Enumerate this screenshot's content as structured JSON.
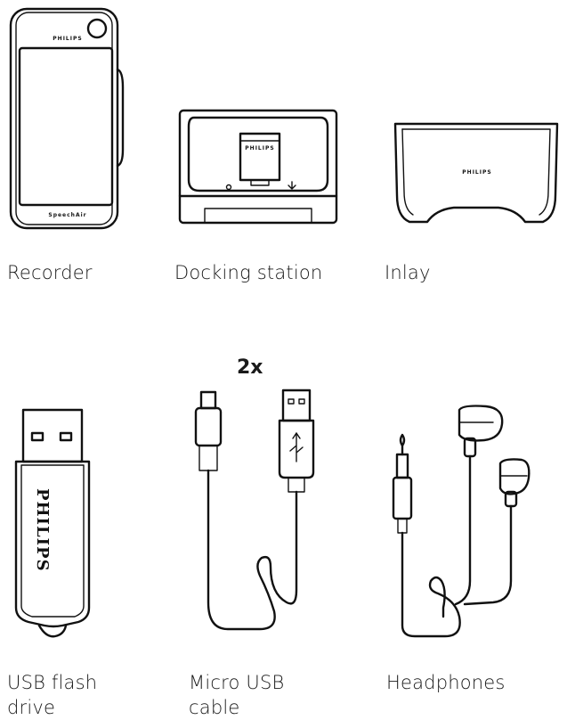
{
  "items": [
    {
      "label": "Recorder",
      "brand": "PHILIPS",
      "footer": "SpeechAir"
    },
    {
      "label": "Docking station",
      "brand": "PHILIPS"
    },
    {
      "label": "Inlay",
      "brand": "PHILIPS"
    },
    {
      "label_line1": "USB flash",
      "label_line2": "drive",
      "brand": "PHILIPS"
    },
    {
      "label_line1": "Micro USB",
      "label_line2": "cable",
      "quantity": "2x"
    },
    {
      "label": "Headphones"
    }
  ]
}
